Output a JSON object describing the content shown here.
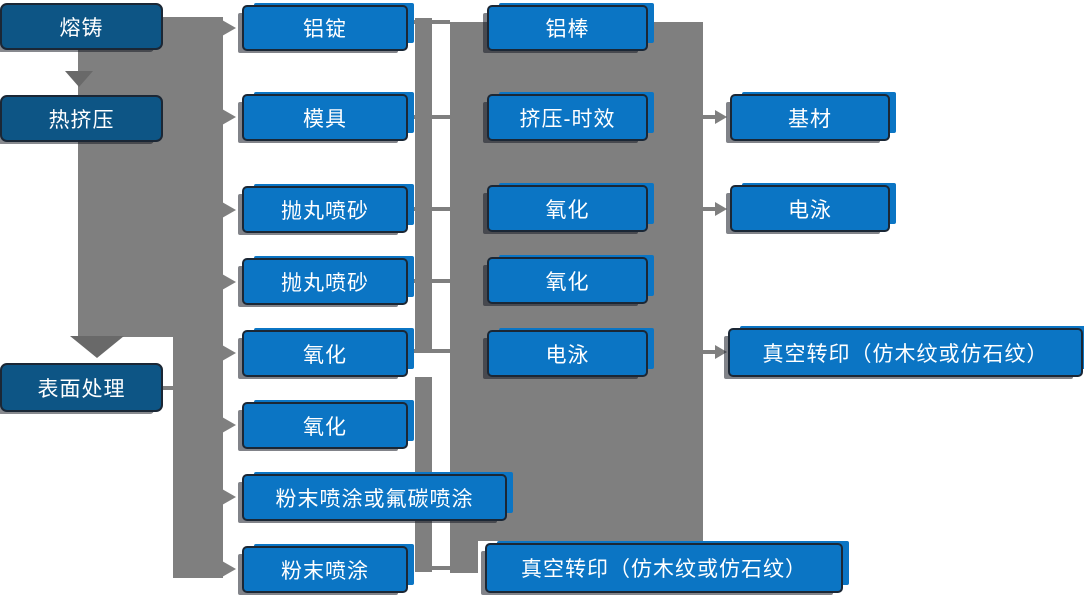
{
  "colors": {
    "box_primary": "#0b75c4",
    "box_dark": "#0d5585",
    "box_border": "#1b2735",
    "connector_gray": "#7f7f7f",
    "arrow_dark_gray": "#696969",
    "text": "#ffffff",
    "background": "#ffffff"
  },
  "flowchart": {
    "col1": [
      {
        "label": "熔铸"
      },
      {
        "label": "热挤压"
      },
      {
        "label": "表面处理"
      }
    ],
    "col2": [
      {
        "label": "铝锭"
      },
      {
        "label": "模具"
      },
      {
        "label": "抛丸喷砂"
      },
      {
        "label": "抛丸喷砂"
      },
      {
        "label": "氧化"
      },
      {
        "label": "氧化"
      },
      {
        "label": "粉末喷涂或氟碳喷涂"
      },
      {
        "label": "粉末喷涂"
      }
    ],
    "col3": [
      {
        "label": "铝棒"
      },
      {
        "label": "挤压-时效"
      },
      {
        "label": "氧化"
      },
      {
        "label": "氧化"
      },
      {
        "label": "电泳"
      },
      {
        "label": "真空转印（仿木纹或仿石纹）"
      }
    ],
    "col4": [
      {
        "label": "基材"
      },
      {
        "label": "电泳"
      },
      {
        "label": "真空转印（仿木纹或仿石纹）"
      }
    ]
  }
}
